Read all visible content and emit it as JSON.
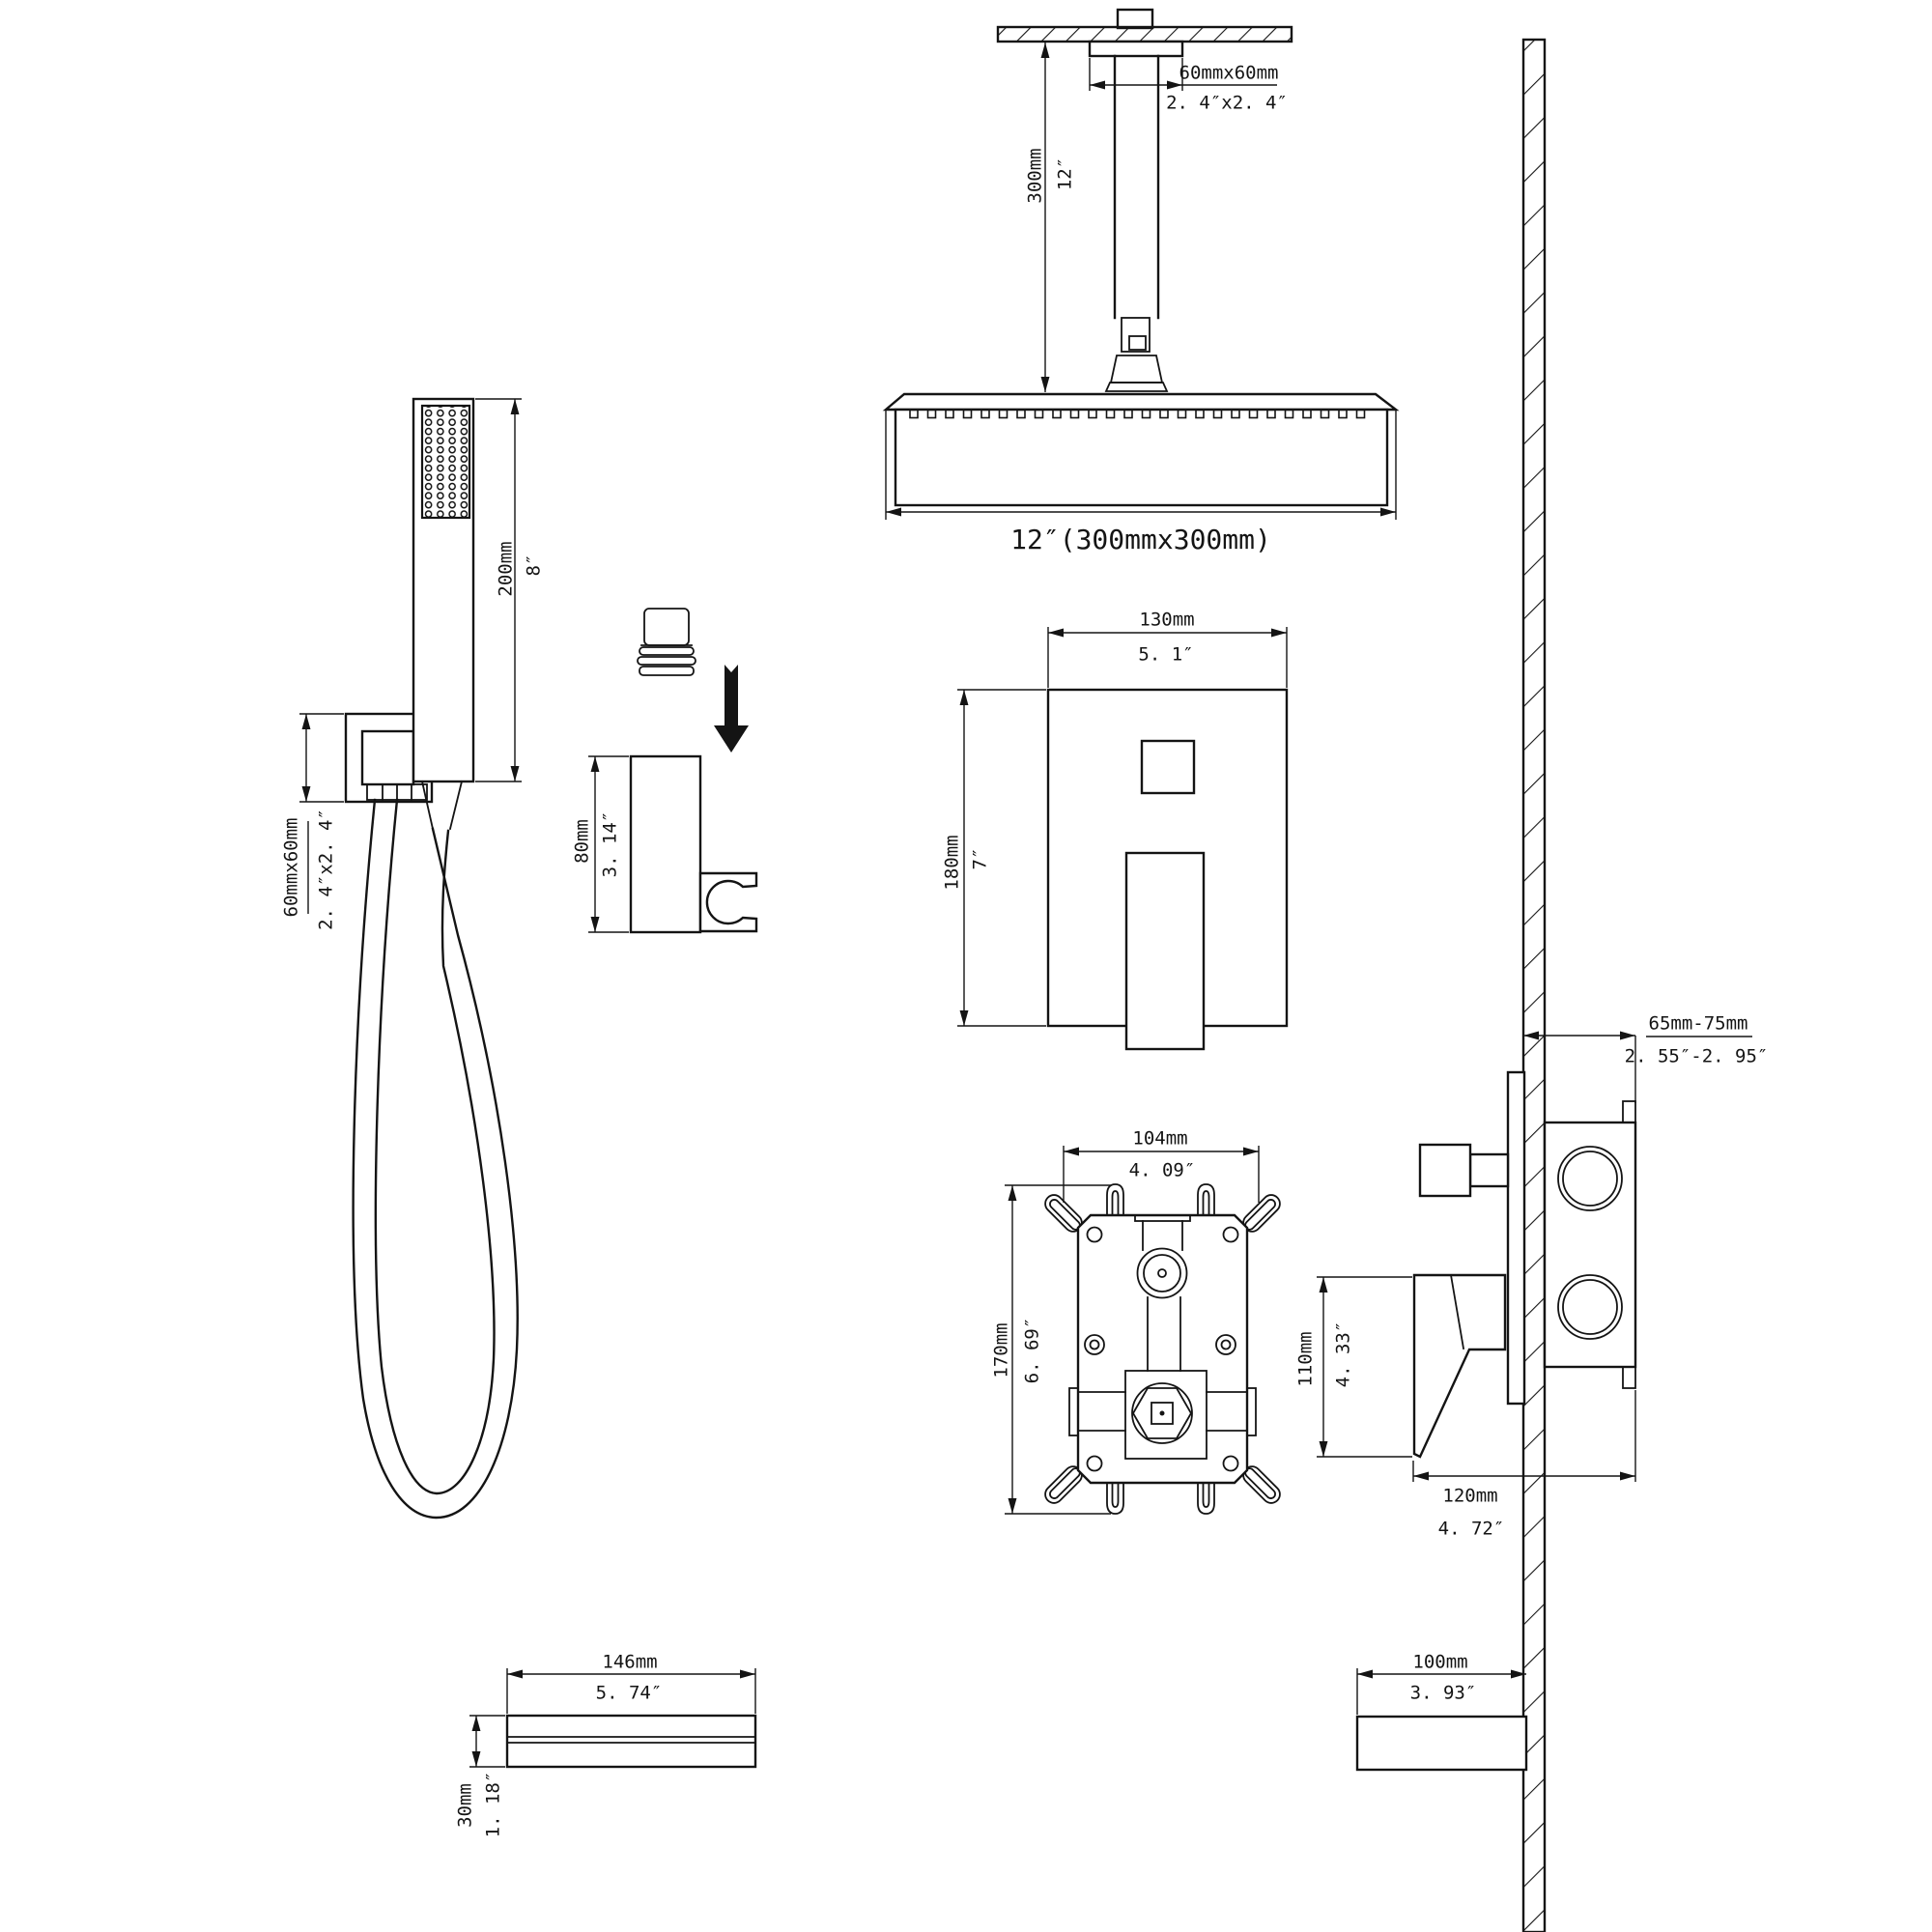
{
  "colors": {
    "line": "#141414",
    "background": "#ffffff"
  },
  "views": {
    "ceiling_arm": {
      "square_mm": "60mmx60mm",
      "square_in": "2. 4″x2. 4″",
      "length_mm": "300mm",
      "length_in": "12″"
    },
    "shower_head": {
      "size_label": "12″(300mmx300mm)"
    },
    "handheld": {
      "length_mm": "200mm",
      "length_in": "8″",
      "bracket_mm": "60mmx60mm",
      "bracket_in": "2. 4″x2. 4″"
    },
    "holder": {
      "height_mm": "80mm",
      "height_in": "3. 14″"
    },
    "trim_plate": {
      "width_mm": "130mm",
      "width_in": "5. 1″",
      "height_mm": "180mm",
      "height_in": "7″"
    },
    "rough_in_valve": {
      "width_mm": "104mm",
      "width_in": "4. 09″",
      "height_mm": "170mm",
      "height_in": "6. 69″"
    },
    "side_install": {
      "wall_depth_mm": "65mm-75mm",
      "wall_depth_in": "2. 55″-2. 95″",
      "handle_height_mm": "110mm",
      "handle_height_in": "4. 33″",
      "valve_depth_mm": "120mm",
      "valve_depth_in": "4. 72″"
    },
    "spout_front": {
      "width_mm": "146mm",
      "width_in": "5. 74″",
      "height_mm": "30mm",
      "height_in": "1. 18″"
    },
    "spout_side": {
      "length_mm": "100mm",
      "length_in": "3. 93″"
    }
  }
}
